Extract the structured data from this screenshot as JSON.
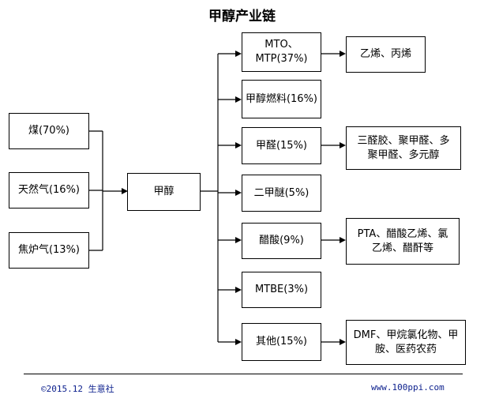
{
  "title": "甲醇产业链",
  "sources": [
    {
      "id": "coal",
      "label": "煤(70%)"
    },
    {
      "id": "natural-gas",
      "label": "天然气(16%)"
    },
    {
      "id": "coke-oven-gas",
      "label": "焦炉气(13%)"
    }
  ],
  "center": {
    "label": "甲醇"
  },
  "uses": [
    {
      "id": "mto-mtp",
      "label": "MTO、\nMTP(37%)",
      "product": "乙烯、丙烯"
    },
    {
      "id": "methanol-fuel",
      "label": "甲醇燃料(16%)",
      "product": ""
    },
    {
      "id": "formaldehyde",
      "label": "甲醛(15%)",
      "product": "三醛胶、聚甲醛、多\n聚甲醛、多元醇"
    },
    {
      "id": "dme",
      "label": "二甲醚(5%)",
      "product": ""
    },
    {
      "id": "acetic-acid",
      "label": "醋酸(9%)",
      "product": "PTA、醋酸乙烯、氯\n乙烯、醋酐等"
    },
    {
      "id": "mtbe",
      "label": "MTBE(3%)",
      "product": ""
    },
    {
      "id": "others",
      "label": "其他(15%)",
      "product": "DMF、甲烷氯化物、甲\n胺、医药农药"
    }
  ],
  "footer": {
    "left": "©2015.12 生意社",
    "right": "www.100ppi.com"
  }
}
